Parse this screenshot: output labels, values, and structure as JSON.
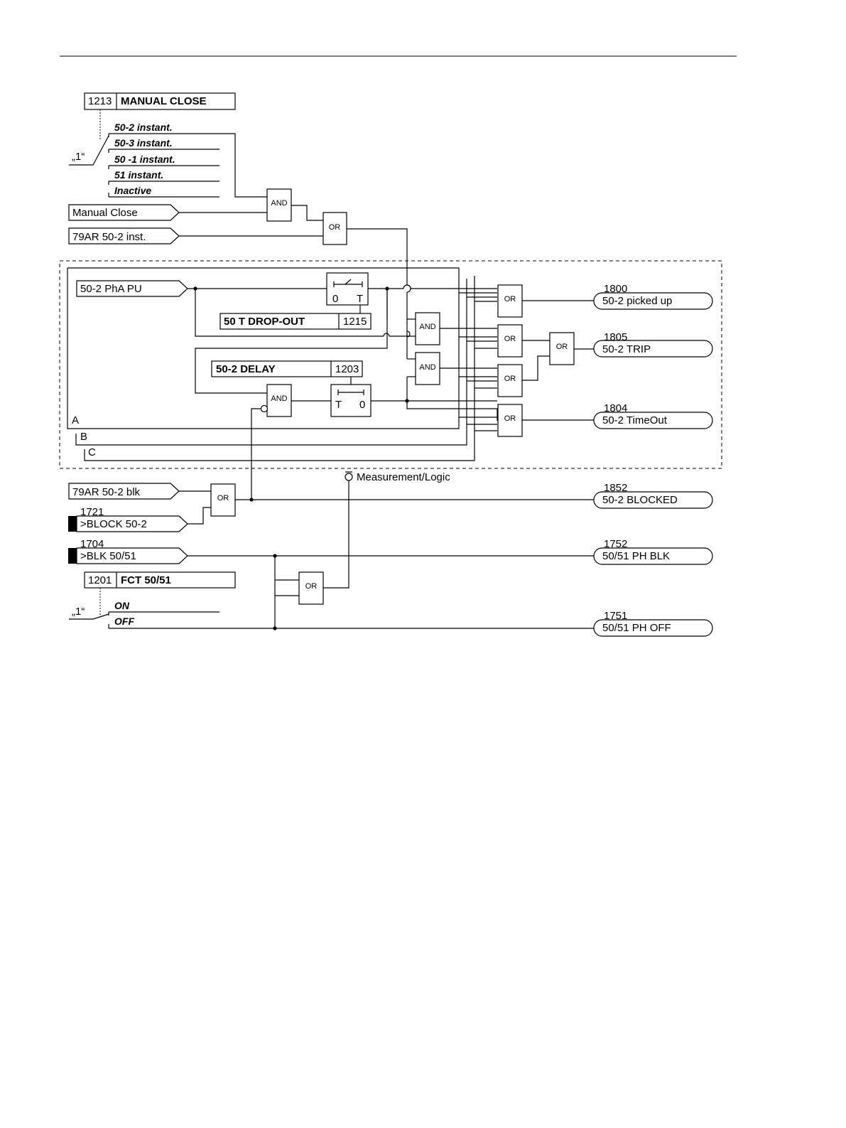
{
  "params": {
    "manual_close": {
      "num": "1213",
      "name": "MANUAL CLOSE",
      "opts": [
        "50-2 instant.",
        "50-3 instant.",
        "50 -1 instant.",
        "51 instant.",
        "Inactive"
      ],
      "sel": "„1“"
    },
    "dropout": {
      "name": "50 T DROP-OUT",
      "num": "1215"
    },
    "delay": {
      "name": "50-2 DELAY",
      "num": "1203"
    },
    "fct": {
      "num": "1201",
      "name": "FCT 50/51",
      "opts": [
        "ON",
        "OFF"
      ],
      "sel": "„1“"
    }
  },
  "inputs": {
    "manual_close": "Manual Close",
    "ar_inst": "79AR 50-2 inst.",
    "pha_pu": "50-2 PhA PU",
    "ar_blk": "79AR 50-2 blk",
    "block": {
      "num": "1721",
      "label": ">BLOCK 50-2"
    },
    "blk5051": {
      "num": "1704",
      "label": ">BLK 50/51"
    }
  },
  "phases": [
    "A",
    "B",
    "C"
  ],
  "timers": {
    "dropout": [
      "0",
      "T"
    ],
    "delay": [
      "T",
      "0"
    ]
  },
  "gates": {
    "and": "AND",
    "or": "OR"
  },
  "measurement": "Measurement/Logic",
  "outputs": [
    {
      "num": "1800",
      "label": "50-2 picked up"
    },
    {
      "num": "1805",
      "label": "50-2 TRIP"
    },
    {
      "num": "1804",
      "label": "50-2 TimeOut"
    },
    {
      "num": "1852",
      "label": "50-2 BLOCKED"
    },
    {
      "num": "1752",
      "label": "50/51 PH BLK"
    },
    {
      "num": "1751",
      "label": "50/51 PH OFF"
    }
  ]
}
